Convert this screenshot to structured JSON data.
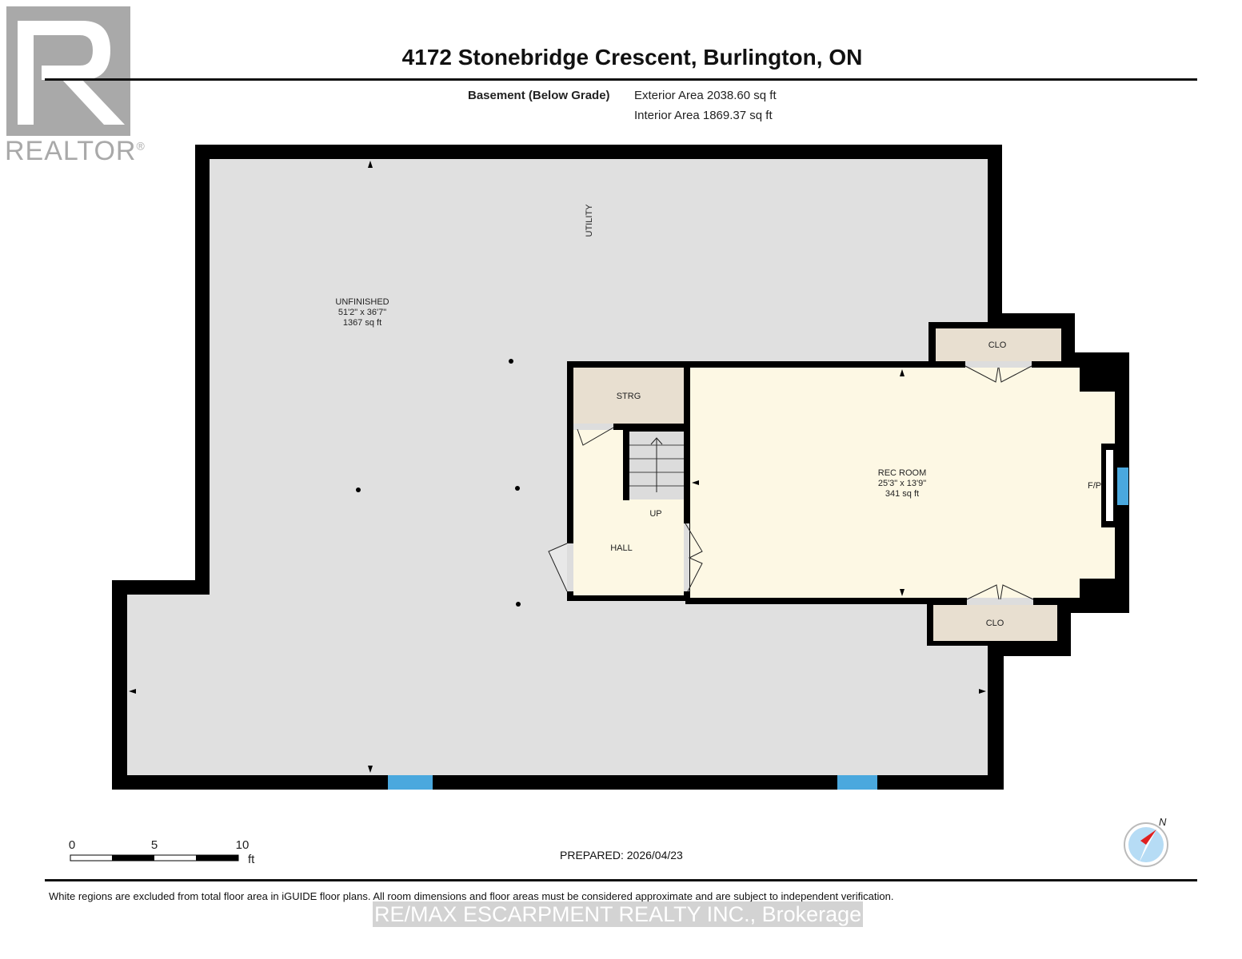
{
  "header": {
    "address": "4172 Stonebridge Crescent, Burlington, ON",
    "floor_label": "Basement (Below Grade)",
    "exterior_area": "Exterior Area 2038.60 sq ft",
    "interior_area": "Interior Area 1869.37 sq ft"
  },
  "logo": {
    "text": "REALTOR",
    "mark": "®"
  },
  "rooms": {
    "utility": {
      "name": "UTILITY"
    },
    "unfinished": {
      "name": "UNFINISHED",
      "dims": "51'2\" x 36'7\"",
      "area": "1367 sq ft"
    },
    "rec_room": {
      "name": "REC ROOM",
      "dims": "25'3\" x 13'9\"",
      "area": "341 sq ft"
    },
    "strg": {
      "name": "STRG"
    },
    "hall": {
      "name": "HALL"
    },
    "stairs": {
      "name": "UP"
    },
    "clo_top": {
      "name": "CLO"
    },
    "clo_bottom": {
      "name": "CLO"
    },
    "fireplace": {
      "name": "F/P"
    }
  },
  "scale": {
    "ticks": [
      "0",
      "5",
      "10"
    ],
    "unit": "ft"
  },
  "compass": {
    "label": "N"
  },
  "prepared": "PREPARED: 2026/04/23",
  "disclaimer": "White regions are excluded from total floor area in iGUIDE floor plans. All room dimensions and floor areas must be considered approximate and are subject to independent verification.",
  "watermark": "RE/MAX ESCARPMENT REALTY INC., Brokerage",
  "colors": {
    "wall": "#000000",
    "unfinished": "#e0e0e0",
    "finished": "#fdf8e4",
    "closet": "#e8dfd0",
    "window": "#4aa8de"
  }
}
